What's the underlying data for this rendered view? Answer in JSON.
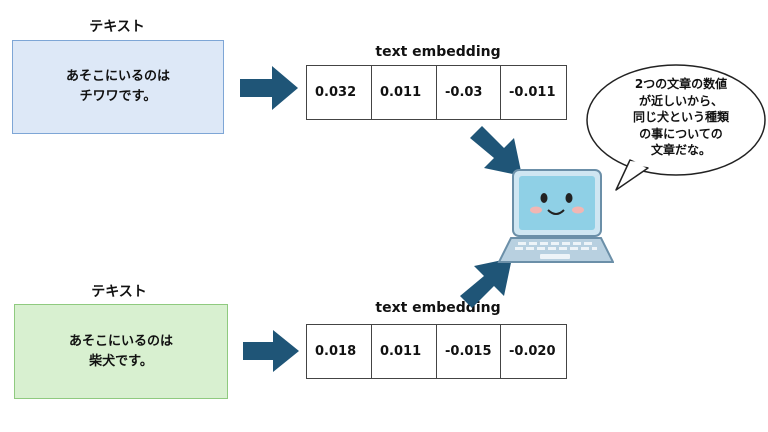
{
  "top": {
    "label": "テキスト",
    "text": "あそこにいるのは\nチワワです。",
    "embedding_title": "text embedding",
    "values": [
      "0.032",
      "0.011",
      "-0.03",
      "-0.011"
    ]
  },
  "bottom": {
    "label": "テキスト",
    "text": "あそこにいるのは\n柴犬です。",
    "embedding_title": "text embedding",
    "values": [
      "0.018",
      "0.011",
      "-0.015",
      "-0.020"
    ]
  },
  "speech_bubble": {
    "text": "2つの文章の数値\nが近しいから、\n同じ犬という種類\nの事についての\n文章だな。"
  },
  "icons": [
    "arrow-right-icon",
    "arrow-diagonal-icon",
    "laptop-icon"
  ],
  "colors": {
    "arrow": "#1f5577",
    "top_box_fill": "#dde8f7",
    "bottom_box_fill": "#d8f0d0",
    "laptop_body": "#9bc3dc"
  }
}
